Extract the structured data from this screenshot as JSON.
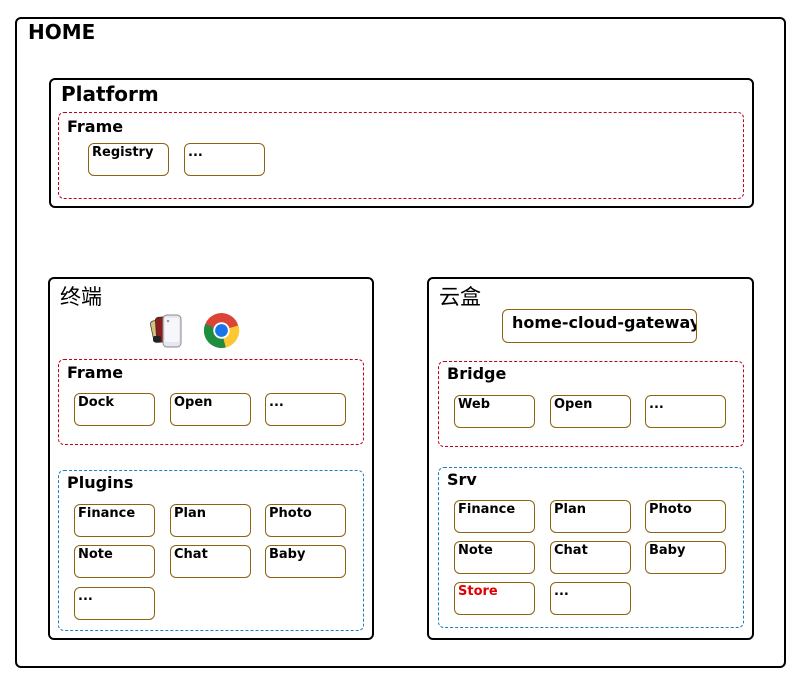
{
  "home": {
    "title": "HOME"
  },
  "platform": {
    "title": "Platform",
    "frame": {
      "title": "Frame",
      "items": [
        "Registry",
        "..."
      ]
    }
  },
  "terminal": {
    "title": "终端",
    "icons": [
      "phone-icon",
      "chrome-icon"
    ],
    "frame": {
      "title": "Frame",
      "items": [
        "Dock",
        "Open",
        "..."
      ]
    },
    "plugins": {
      "title": "Plugins",
      "items": [
        "Finance",
        "Plan",
        "Photo",
        "Note",
        "Chat",
        "Baby",
        "..."
      ]
    }
  },
  "cloudbox": {
    "title": "云盒",
    "gateway": "home-cloud-gateway",
    "bridge": {
      "title": "Bridge",
      "items": [
        "Web",
        "Open",
        "..."
      ]
    },
    "srv": {
      "title": "Srv",
      "items": [
        "Finance",
        "Plan",
        "Photo",
        "Note",
        "Chat",
        "Baby",
        "Store",
        "..."
      ]
    }
  },
  "colors": {
    "store_highlight": "#e00000",
    "frame_border": "#c0001a",
    "plugin_border": "#1a7fc1",
    "box_border": "#8a6410"
  }
}
